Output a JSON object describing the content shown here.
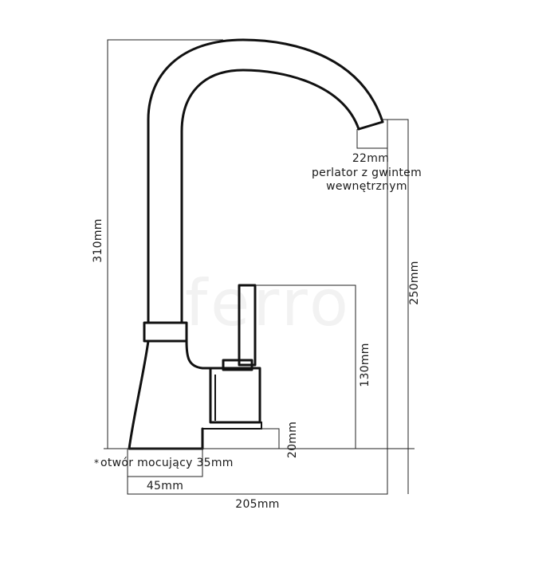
{
  "dimensions": {
    "height_total": "310mm",
    "height_spout": "250mm",
    "height_lever": "130mm",
    "height_base": "20mm",
    "aerator_size": "22mm",
    "aerator_note_line1": "perlator z gwintem",
    "aerator_note_line2": "wewnętrznym",
    "mounting_hole": "otwór mocujący 35mm",
    "base_width": "45mm",
    "total_width": "205mm"
  },
  "watermark": "ferro"
}
